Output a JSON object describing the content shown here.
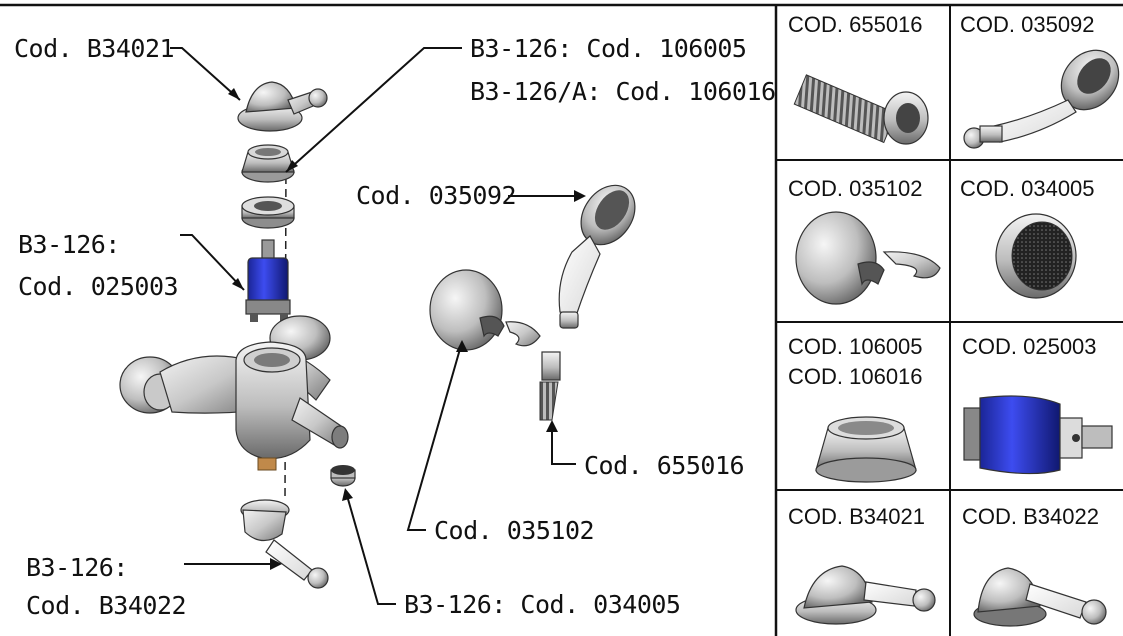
{
  "callouts": {
    "handle_top": "Cod. B34021",
    "ring_line1": "B3-126: Cod. 106005",
    "ring_line2": "B3-126/A: Cod. 106016",
    "cartridge_line1": "B3-126:",
    "cartridge_line2": "Cod. 025003",
    "shower_head": "Cod. 035092",
    "hose": "Cod. 655016",
    "holder": "Cod. 035102",
    "handle_bottom_line1": "B3-126:",
    "handle_bottom_line2": "Cod. B34022",
    "aerator": "B3-126: Cod. 034005"
  },
  "catalog": {
    "cells": [
      {
        "label1": "COD. 655016",
        "label2": "",
        "part_icon": "hose-part-icon"
      },
      {
        "label1": "COD. 035092",
        "label2": "",
        "part_icon": "hand-shower-icon"
      },
      {
        "label1": "COD. 035102",
        "label2": "",
        "part_icon": "wall-holder-icon"
      },
      {
        "label1": "COD. 034005",
        "label2": "",
        "part_icon": "aerator-icon"
      },
      {
        "label1": "COD. 106005",
        "label2": "COD. 106016",
        "part_icon": "cover-ring-icon"
      },
      {
        "label1": "COD. 025003",
        "label2": "",
        "part_icon": "cartridge-icon"
      },
      {
        "label1": "COD. B34021",
        "label2": "",
        "part_icon": "lever-handle-icon"
      },
      {
        "label1": "COD. B34022",
        "label2": "",
        "part_icon": "lever-handle-alt-icon"
      }
    ]
  },
  "colors": {
    "metal_light": "#e6e6e6",
    "metal_mid": "#b9b9b9",
    "metal_dark": "#6f6f6f",
    "cartridge_blue": "#2433c8",
    "handle_white": "#f7f7f7",
    "brass": "#c0894a"
  }
}
